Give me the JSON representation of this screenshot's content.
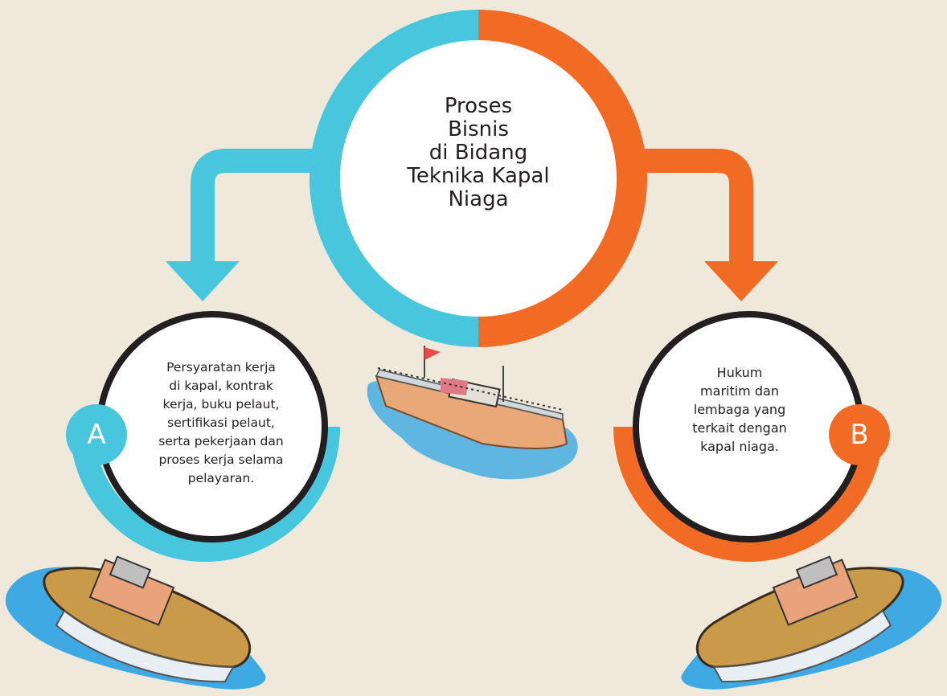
{
  "center": {
    "lines": [
      "Proses",
      "Bisnis",
      "di Bidang",
      "Teknika Kapal",
      "Niaga"
    ]
  },
  "node_a": {
    "letter": "A",
    "lines": [
      "Persyaratan kerja",
      "di kapal, kontrak",
      "kerja, buku pelaut,",
      "sertifikasi pelaut,",
      "serta pekerjaan dan",
      "proses kerja selama",
      "pelayaran."
    ]
  },
  "node_b": {
    "letter": "B",
    "lines": [
      "Hukum",
      "maritim dan",
      "lembaga yang",
      "terkait dengan",
      "kapal niaga."
    ]
  },
  "colors": {
    "background": "#efe9dc",
    "cyan": "#48c6dd",
    "orange": "#f26b25",
    "ring_black": "#231f20",
    "text": "#231f20"
  },
  "icons": [
    "ship-illustration-center",
    "boat-illustration-left",
    "boat-illustration-right"
  ]
}
